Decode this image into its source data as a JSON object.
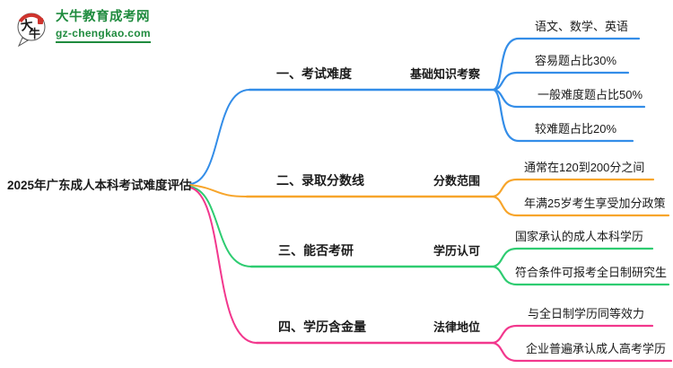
{
  "logo": {
    "icon_text_top": "大",
    "icon_text_bottom": "牛",
    "site_name": "大牛教育成考网",
    "site_url": "gz-chengkao.com",
    "green": "#1f8b3e",
    "red": "#cf342e"
  },
  "root": {
    "label": "2025年广东成人本科考试难度评估",
    "text_color": "#1a1a1a"
  },
  "branches": [
    {
      "label": "一、考试难度",
      "sub_label": "基础知识考察",
      "color": "#338de8",
      "leaves": [
        "语文、数学、英语",
        "容易题占比30%",
        "一般难度题占比50%",
        "较难题占比20%"
      ]
    },
    {
      "label": "二、录取分数线",
      "sub_label": "分数范围",
      "color": "#f7a52b",
      "leaves": [
        "通常在120到200分之间",
        "年满25岁考生享受加分政策"
      ]
    },
    {
      "label": "三、能否考研",
      "sub_label": "学历认可",
      "color": "#2ecc71",
      "leaves": [
        "国家承认的成人本科学历",
        "符合条件可报考全日制研究生"
      ]
    },
    {
      "label": "四、学历含金量",
      "sub_label": "法律地位",
      "color": "#f2378d",
      "leaves": [
        "与全日制学历同等效力",
        "企业普遍承认成人高考学历"
      ]
    }
  ]
}
